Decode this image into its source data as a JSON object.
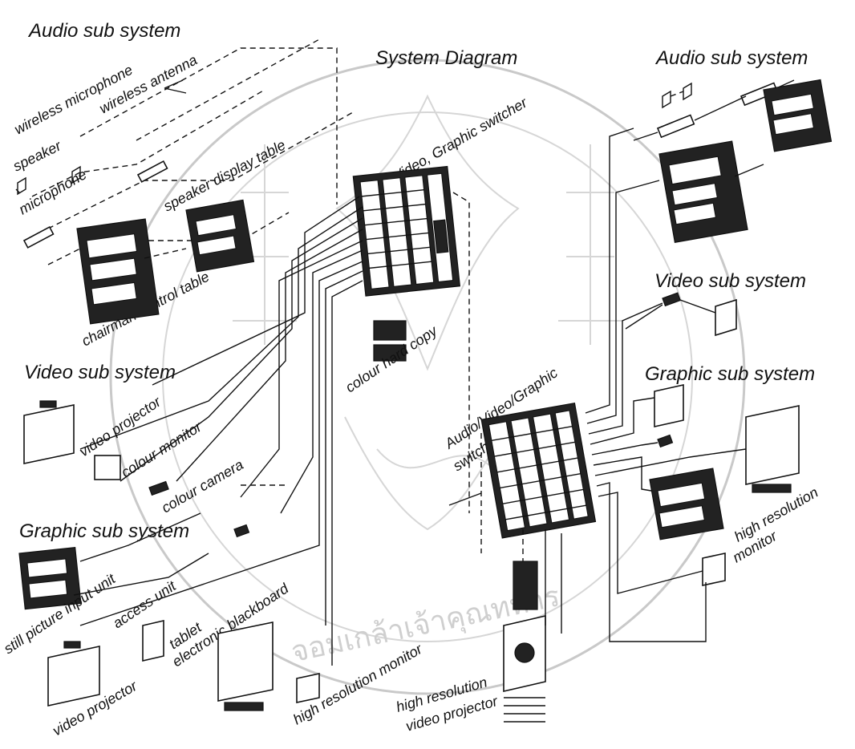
{
  "diagram": {
    "title": "System Diagram",
    "left": {
      "audio_heading": "Audio sub system",
      "video_heading": "Video sub system",
      "graphic_heading": "Graphic sub system",
      "wireless_microphone": "wireless microphone",
      "wireless_antenna": "wireless antenna",
      "speaker": "speaker",
      "microphone": "microphone",
      "speaker_display_table": "speaker display table",
      "chairman_control_table": "chairman control table",
      "video_projector": "video projector",
      "colour_monitor": "colour monitor",
      "colour_camera": "colour camera",
      "still_picture_input_unit": "still picture input unit",
      "access_unit": "access unit",
      "tablet": "tablet",
      "video_projector_2": "video projector",
      "electronic_blackboard": "electronic blackboard",
      "high_resolution_monitor": "high resolution monitor"
    },
    "center": {
      "switcher_top": "Audio/Video, Graphic switcher",
      "colour_hard_copy": "colour hard copy",
      "switcher_bottom_1": "Audio/Video/Graphic",
      "switcher_bottom_2": "switcher",
      "high_resolution_video_projector_1": "high resolution",
      "high_resolution_video_projector_2": "video projector"
    },
    "right": {
      "audio_heading": "Audio sub system",
      "video_heading": "Video sub system",
      "graphic_heading": "Graphic sub system",
      "high_resolution_monitor_1": "high resolution",
      "high_resolution_monitor_2": "monitor"
    },
    "watermark_text": "จอมเกล้าเจ้าคุณทหาร"
  }
}
